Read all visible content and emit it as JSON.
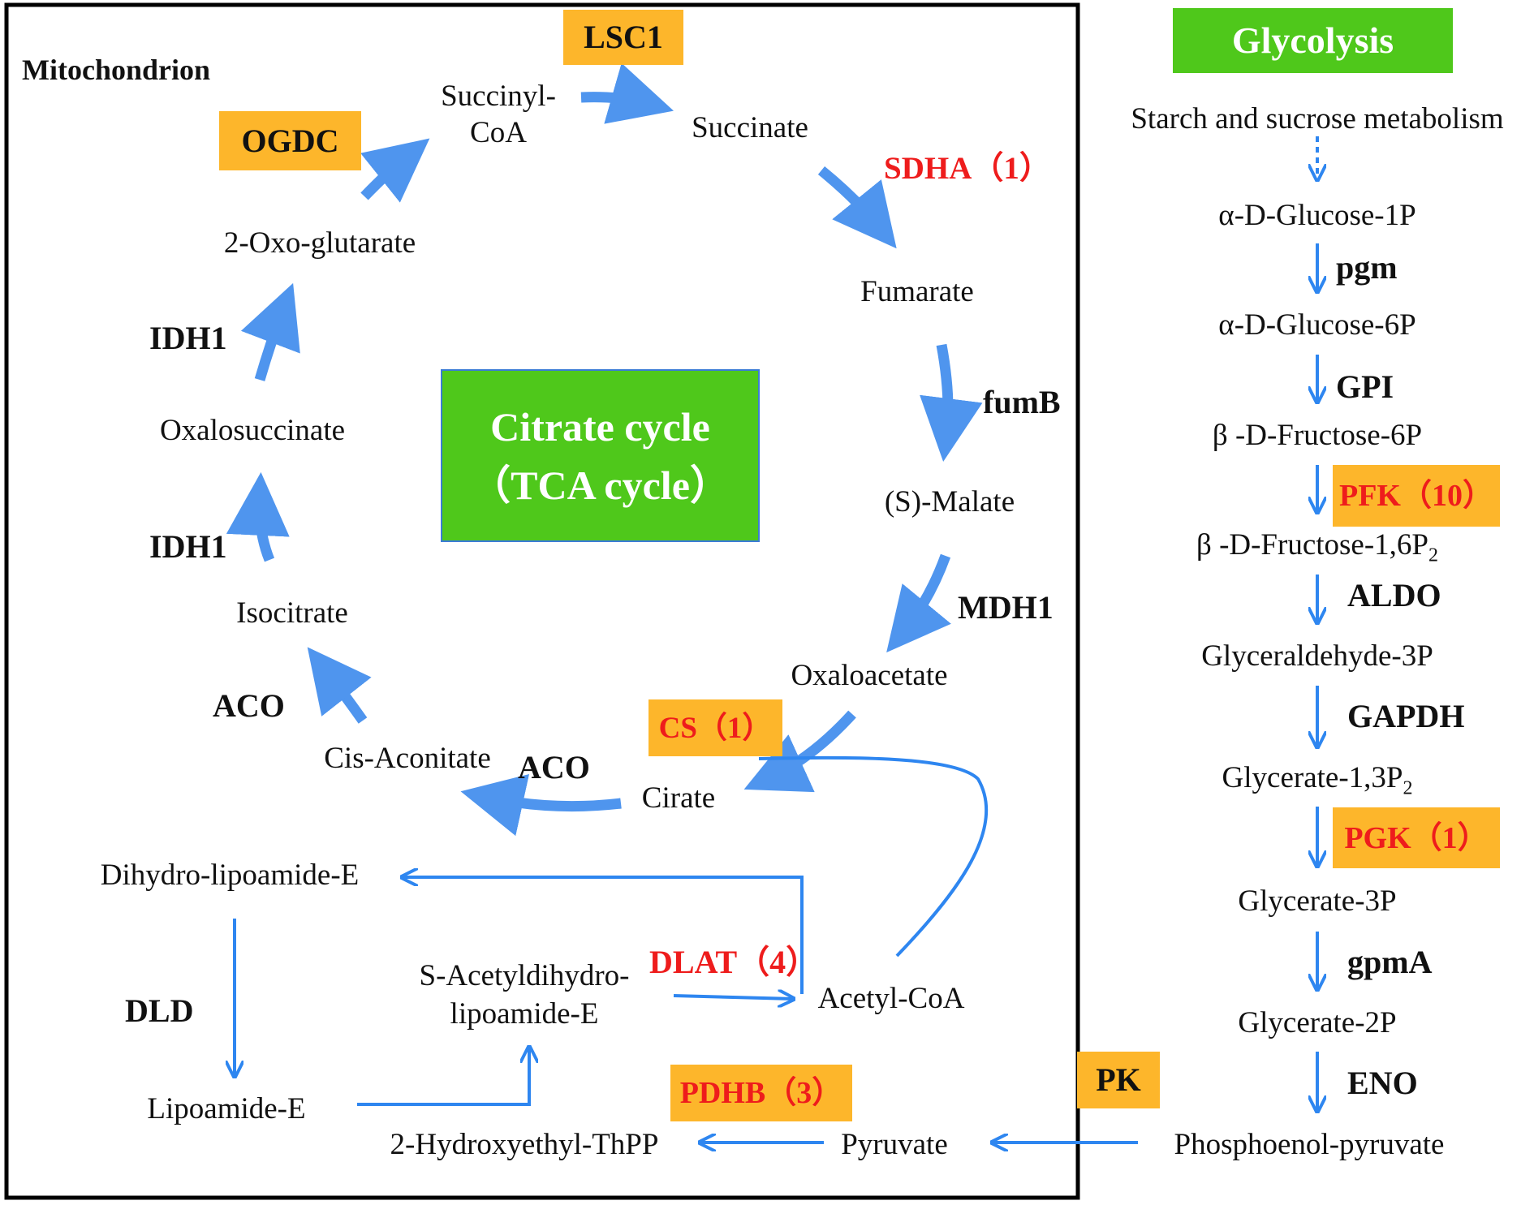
{
  "title": "",
  "mitochondrion_label": "Mitochondrion",
  "tca": {
    "title_line1": "Citrate cycle",
    "title_line2": "（TCA cycle）",
    "metabolites": {
      "succinyl_coa_1": "Succinyl-",
      "succinyl_coa_2": "CoA",
      "succinate": "Succinate",
      "fumarate": "Fumarate",
      "malate": "(S)-Malate",
      "oxaloacetate": "Oxaloacetate",
      "cirate": "Cirate",
      "cis_aconitate": "Cis-Aconitate",
      "isocitrate": "Isocitrate",
      "oxalosuccinate": "Oxalosuccinate",
      "oxoglutarate": "2-Oxo-glutarate"
    },
    "enzymes": {
      "lsc1": "LSC1",
      "ogdc": "OGDC",
      "sdha": "SDHA（1）",
      "fumb": "fumB",
      "mdh1": "MDH1",
      "cs": "CS（1）",
      "aco_right": "ACO",
      "aco_left": "ACO",
      "idh1_lower": "IDH1",
      "idh1_upper": "IDH1"
    }
  },
  "pdh": {
    "metabolites": {
      "dihydrolipoamide": "Dihydro-lipoamide-E",
      "lipoamide": "Lipoamide-E",
      "s_acetyl_1": "S-Acetyldihydro-",
      "s_acetyl_2": "lipoamide-E",
      "acetyl_coa": "Acetyl-CoA",
      "hydroxyethyl": "2-Hydroxyethyl-ThPP",
      "pyruvate": "Pyruvate"
    },
    "enzymes": {
      "dld": "DLD",
      "dlat": "DLAT（4）",
      "pdhb": "PDHB（3）",
      "pk": "PK"
    }
  },
  "glycolysis": {
    "title": "Glycolysis",
    "source": "Starch and sucrose metabolism",
    "metabolites": {
      "g1p": "α-D-Glucose-1P",
      "g6p": "α-D-Glucose-6P",
      "f6p": "β -D-Fructose-6P",
      "f16p_base": "β -D-Fructose-1,6P",
      "f16p_sub": "2",
      "gap": "Glyceraldehyde-3P",
      "bpg_base": "Glycerate-1,3P",
      "bpg_sub": "2",
      "g3p": "Glycerate-3P",
      "g2p": "Glycerate-2P",
      "pep": "Phosphoenol-pyruvate"
    },
    "enzymes": {
      "pgm": "pgm",
      "gpi": "GPI",
      "pfk": "PFK（10）",
      "aldo": "ALDO",
      "gapdh": "GAPDH",
      "pgk": "PGK（1）",
      "gpma": "gpmA",
      "eno": "ENO"
    }
  },
  "colors": {
    "arrow_blue": "#4f95ee",
    "line_blue": "#2e86f0",
    "box_orange": "#fdb62b",
    "box_green": "#4fc81b",
    "highlight_red": "#ee1c1c"
  }
}
